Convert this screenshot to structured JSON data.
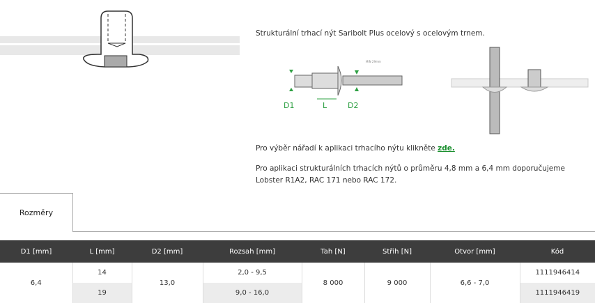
{
  "description": "Strukturální trhací nýt Saribolt Plus ocelový s ocelovým trnem.",
  "diagram": {
    "d1": "D1",
    "l": "L",
    "d2": "D2",
    "min": "MIN 29mm"
  },
  "tool_text": "Pro výběr nářadí k aplikaci trhacího nýtu klikněte ",
  "tool_link": "zde.",
  "recommend_text": "Pro aplikaci strukturálních trhacích nýtů o průměru 4,8 mm a 6,4 mm doporučujeme Lobster R1A2, RAC 171 nebo RAC 172.",
  "tab": "Rozměry",
  "table": {
    "headers": [
      "D1 [mm]",
      "L [mm]",
      "D2 [mm]",
      "Rozsah [mm]",
      "Tah [N]",
      "Střih [N]",
      "Otvor [mm]",
      "Kód"
    ],
    "d1": "6,4",
    "d2": "13,0",
    "tah": "8 000",
    "strih": "9 000",
    "otvor": "6,6 - 7,0",
    "rows": [
      {
        "l": "14",
        "rozsah": "2,0 - 9,5",
        "kod": "1111946414"
      },
      {
        "l": "19",
        "rozsah": "9,0 - 16,0",
        "kod": "1111946419"
      }
    ]
  }
}
